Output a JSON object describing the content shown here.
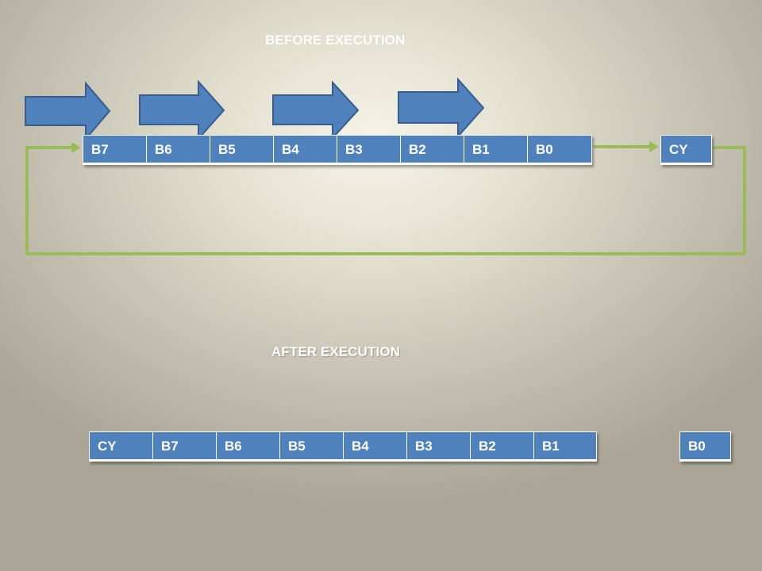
{
  "titles": {
    "before": "BEFORE EXECUTION",
    "after": "AFTER EXECUTION"
  },
  "before": {
    "register_bits": [
      "B7",
      "B6",
      "B5",
      "B4",
      "B3",
      "B2",
      "B1",
      "B0"
    ],
    "carry": "CY"
  },
  "after": {
    "register_bits": [
      "CY",
      "B7",
      "B6",
      "B5",
      "B4",
      "B3",
      "B2",
      "B1"
    ],
    "carry": "B0"
  },
  "colors": {
    "cell_fill": "#4f81bd",
    "arrow_fill": "#4f81bd",
    "arrow_stroke": "#385d8a",
    "connector": "#9bbb59",
    "text": "#ffffff"
  },
  "icons": {
    "shift_arrow": "right-block-arrow",
    "loop_connector": "elbow-connector-arrow"
  }
}
